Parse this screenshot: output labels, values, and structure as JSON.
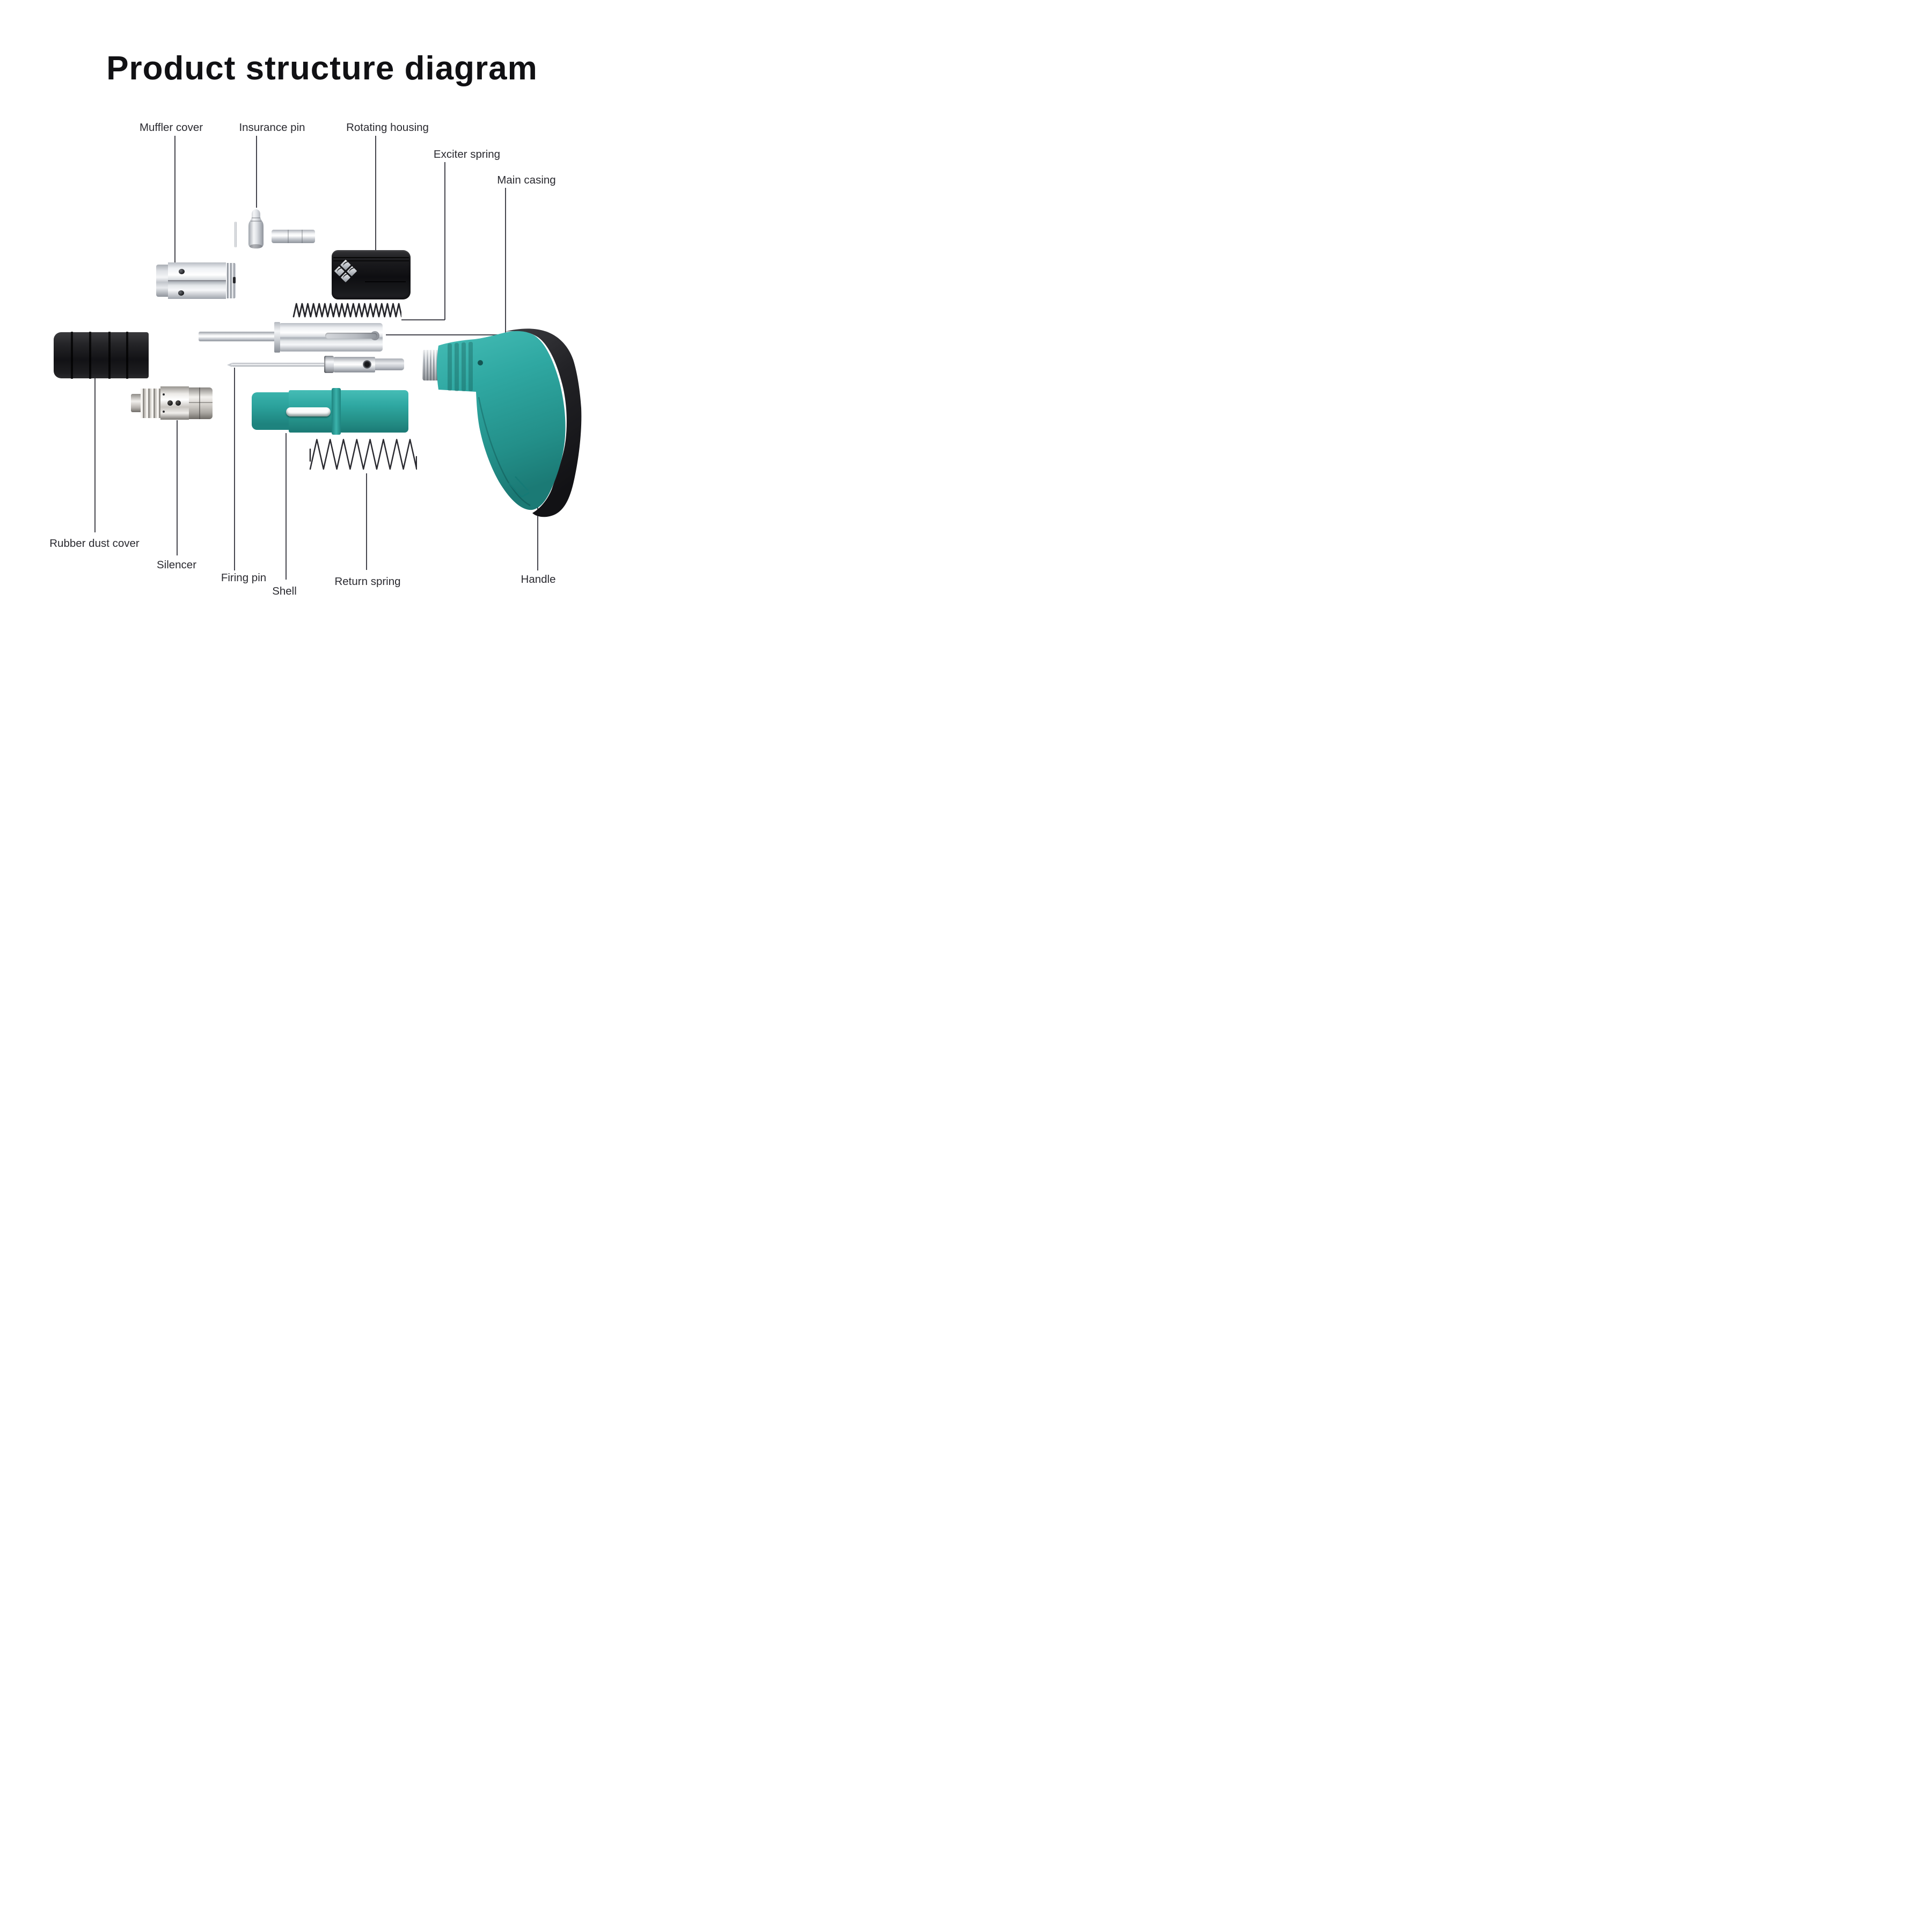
{
  "title": "Product structure diagram",
  "labels": {
    "muffler_cover": "Muffler cover",
    "insurance_pin": "Insurance pin",
    "rotating_housing": "Rotating housing",
    "exciter_spring": "Exciter spring",
    "main_casing": "Main casing",
    "rubber_dust_cover": "Rubber dust cover",
    "silencer": "Silencer",
    "firing_pin": "Firing pin",
    "shell": "Shell",
    "return_spring": "Return spring",
    "handle": "Handle"
  },
  "colors": {
    "teal": "#2FA8A2",
    "teal_dark": "#1E837E",
    "black_part": "#17171A",
    "silver": "#C6CAD0",
    "leader_line": "#46464E",
    "text": "#2A2A30",
    "title_text": "#111114",
    "background": "#FFFFFF"
  }
}
